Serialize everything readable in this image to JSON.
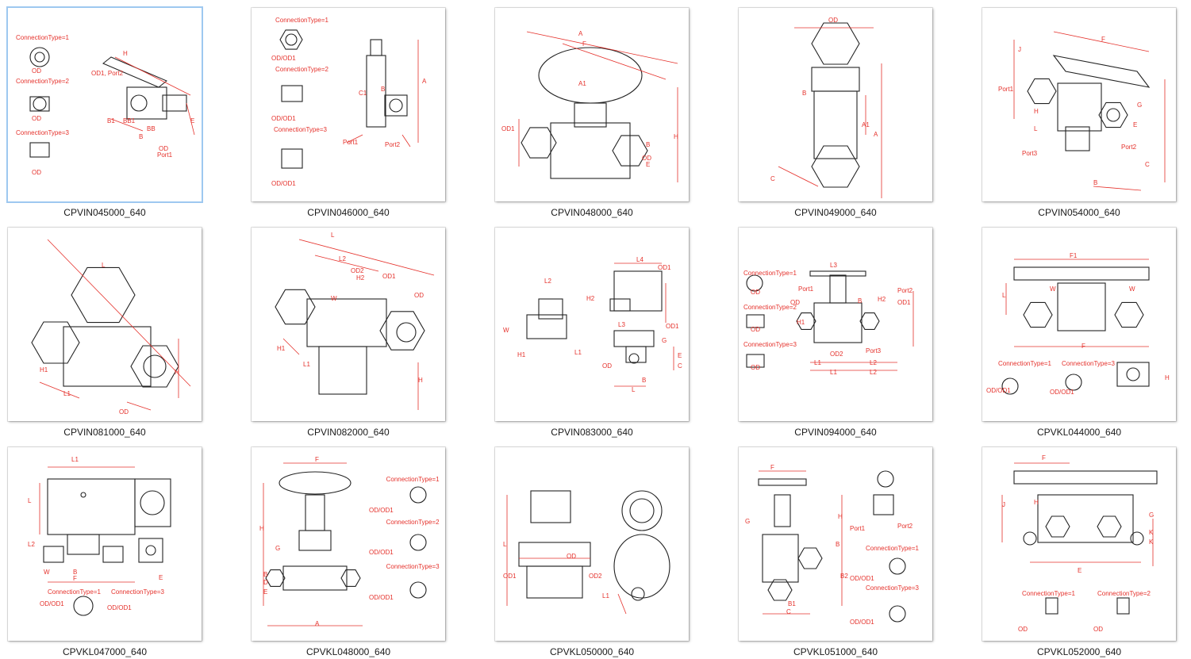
{
  "window": {
    "title": ""
  },
  "colors": {
    "dimension": "#e5312b",
    "line": "#222222",
    "label": "#1a1a1a"
  },
  "tiles": [
    {
      "label": "CPVIN045000_640",
      "drawing_text": [
        "ConnectionType=1",
        "OD",
        "ConnectionType=2",
        "OD",
        "ConnectionType=3",
        "OD",
        "H",
        "OD1, Port2",
        "E",
        "B1",
        "BB1",
        "B",
        "BB",
        "OD",
        "Port1"
      ]
    },
    {
      "label": "CPVIN046000_640",
      "drawing_text": [
        "ConnectionType=1",
        "OD/OD1",
        "ConnectionType=2",
        "OD/OD1",
        "ConnectionType=3",
        "OD/OD1",
        "A",
        "B",
        "C1",
        "Port1",
        "Port2"
      ]
    },
    {
      "label": "CPVIN048000_640",
      "drawing_text": [
        "A",
        "F",
        "A1",
        "OD1",
        "H",
        "B",
        "OD",
        "E"
      ]
    },
    {
      "label": "CPVIN049000_640",
      "drawing_text": [
        "OD",
        "B",
        "A1",
        "A",
        "C"
      ]
    },
    {
      "label": "CPVIN054000_640",
      "drawing_text": [
        "F",
        "J",
        "Port1",
        "H",
        "L",
        "G",
        "E",
        "Port2",
        "Port3",
        "C",
        "B"
      ]
    },
    {
      "label": "CPVIN081000_640",
      "drawing_text": [
        "L",
        "H1",
        "L1",
        "H",
        "OD"
      ]
    },
    {
      "label": "CPVIN082000_640",
      "drawing_text": [
        "L",
        "L2",
        "OD2",
        "H2",
        "OD1",
        "W",
        "OD",
        "H1",
        "L1",
        "H"
      ]
    },
    {
      "label": "CPVIN083000_640",
      "drawing_text": [
        "L4",
        "OD1",
        "L2",
        "H2",
        "W",
        "L3",
        "OD1",
        "G",
        "H1",
        "L1",
        "OD",
        "E",
        "C",
        "B",
        "L"
      ]
    },
    {
      "label": "CPVIN094000_640",
      "drawing_text": [
        "ConnectionType=1",
        "OD",
        "ConnectionType=2",
        "OD",
        "ConnectionType=3",
        "OD",
        "L3",
        "Port1",
        "Port2",
        "OD",
        "OD1",
        "B",
        "H2",
        "H1",
        "OD2",
        "Port3",
        "L1",
        "L2",
        "L1",
        "L2"
      ]
    },
    {
      "label": "CPVKL044000_640",
      "drawing_text": [
        "F1",
        "W",
        "W",
        "L",
        "F",
        "ConnectionType=1",
        "ConnectionType=3",
        "OD/OD1",
        "OD/OD1",
        "H"
      ]
    },
    {
      "label": "CPVKL047000_640",
      "drawing_text": [
        "L1",
        "L",
        "L2",
        "W",
        "B",
        "F",
        "E",
        "ConnectionType=1",
        "ConnectionType=3",
        "OD/OD1",
        "OD/OD1"
      ]
    },
    {
      "label": "CPVKL048000_640",
      "drawing_text": [
        "F",
        "H",
        "G",
        "ConnectionType=1",
        "OD/OD1",
        "ConnectionType=2",
        "OD/OD1",
        "ConnectionType=3",
        "OD/OD1",
        "B",
        "D",
        "E",
        "A"
      ]
    },
    {
      "label": "CPVKL050000_640",
      "drawing_text": [
        "OD",
        "L",
        "OD1",
        "OD2",
        "L1"
      ]
    },
    {
      "label": "CPVKL051000_640",
      "drawing_text": [
        "F",
        "H",
        "G",
        "Port1",
        "Port2",
        "B",
        "ConnectionType=1",
        "OD/OD1",
        "ConnectionType=3",
        "OD/OD1",
        "B2",
        "B1",
        "C"
      ]
    },
    {
      "label": "CPVKL052000_640",
      "drawing_text": [
        "F",
        "J",
        "H",
        "G",
        "K",
        "K",
        "E",
        "ConnectionType=1",
        "ConnectionType=2",
        "OD",
        "OD"
      ]
    }
  ]
}
